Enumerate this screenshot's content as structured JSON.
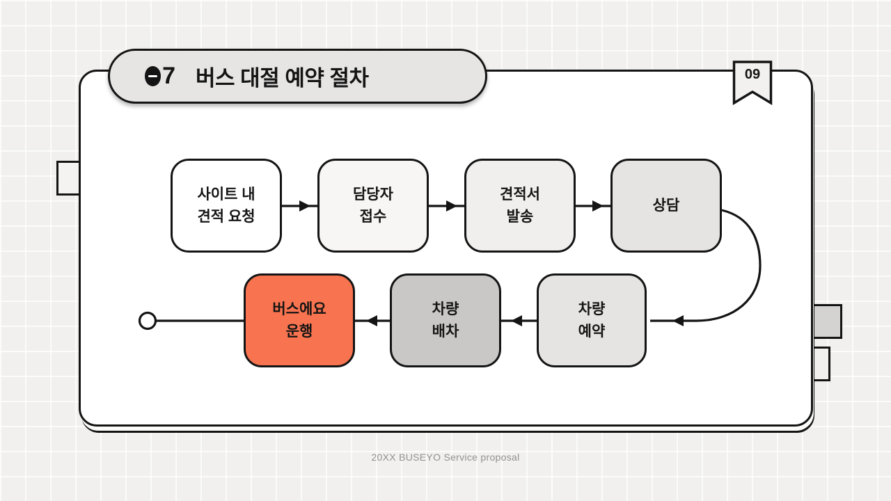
{
  "page": {
    "title_number": "07",
    "title": "버스 대절 예약 절차",
    "bookmark_number": "09",
    "footer": "20XX BUSEYO Service proposal"
  },
  "colors": {
    "ink": "#141414",
    "background": "#f1f0ee",
    "card_bg": "#ffffff",
    "pill_bg": "#e6e5e3",
    "accent_orange": "#f87450",
    "step_gray_medium": "#c9c8c6",
    "step_gray_light": "#e5e4e2"
  },
  "flow": {
    "steps": [
      {
        "line1": "사이트 내",
        "line2": "견적 요청"
      },
      {
        "line1": "담당자",
        "line2": "접수"
      },
      {
        "line1": "견적서",
        "line2": "발송"
      },
      {
        "line1": "상담",
        "line2": ""
      },
      {
        "line1": "차량",
        "line2": "예약"
      },
      {
        "line1": "차량",
        "line2": "배차"
      },
      {
        "line1": "버스에요",
        "line2": "운행"
      }
    ]
  }
}
